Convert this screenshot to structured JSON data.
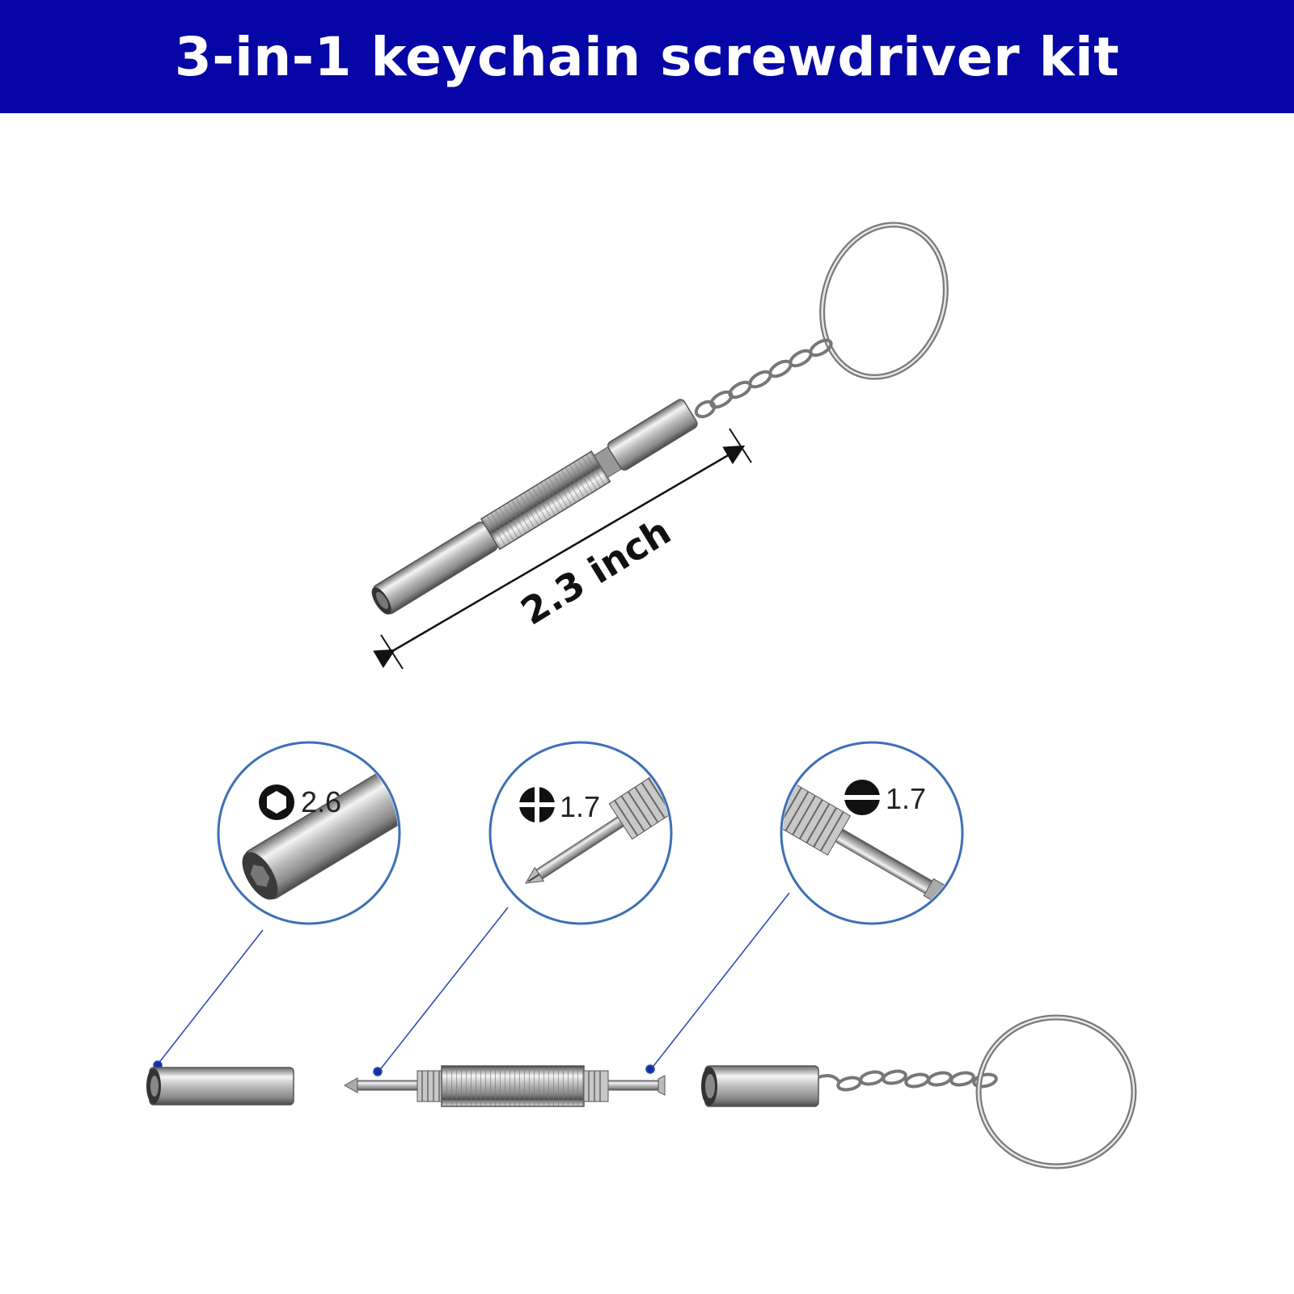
{
  "banner": {
    "title": "3-in-1 keychain screwdriver kit",
    "background": "#0606a6",
    "text_color": "#ffffff"
  },
  "dimension": {
    "label": "2.3 inch"
  },
  "callouts": [
    {
      "icon": "hex-socket-icon",
      "size": "2.6"
    },
    {
      "icon": "phillips-icon",
      "size": "1.7"
    },
    {
      "icon": "slotted-icon",
      "size": "1.7"
    }
  ],
  "colors": {
    "callout_ring": "#3d6fb6",
    "leader_line": "#2f4fb0",
    "metal_light": "#f2f2f2",
    "metal_dark": "#5a5a5a"
  }
}
